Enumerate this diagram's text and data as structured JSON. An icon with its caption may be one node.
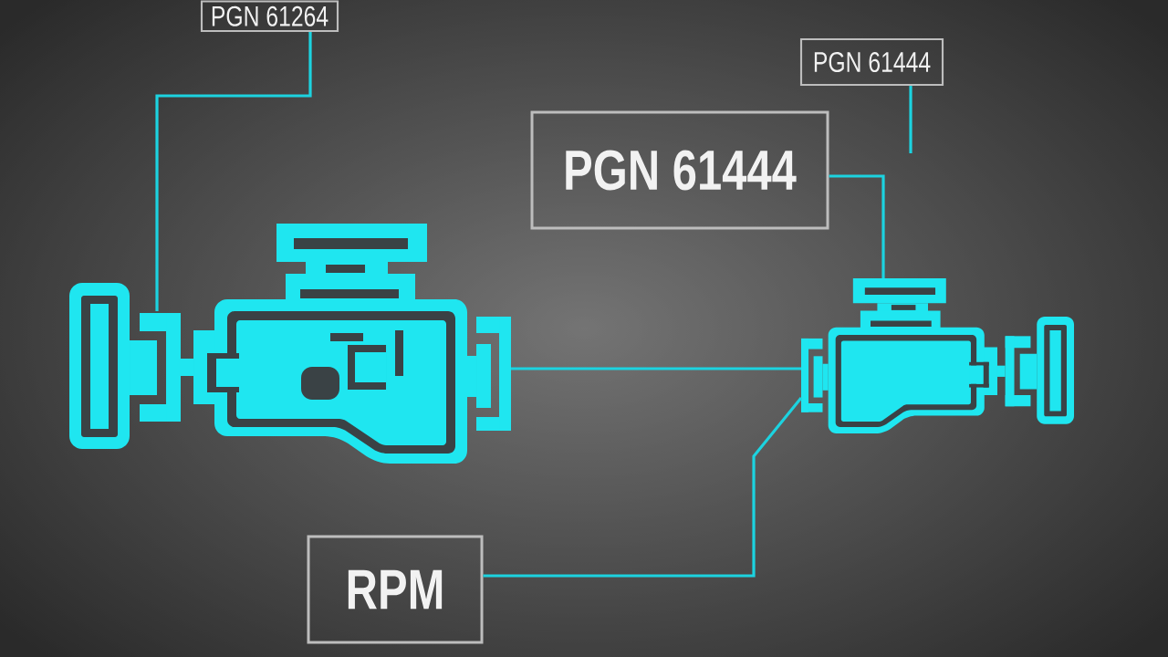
{
  "diagram": {
    "nodes": [
      {
        "text": [
          "PGN 61264"
        ]
      },
      {
        "text": [
          "PGN 61444"
        ]
      },
      {
        "text": [
          "PGN 61444"
        ]
      },
      {
        "text": [],
        "shape": "picture"
      },
      {
        "text": [],
        "shape": "picture"
      },
      {
        "text": [
          "RPM"
        ]
      }
    ],
    "edges": [
      {
        "from": 0,
        "to": 3,
        "arrow": "none"
      },
      {
        "from": 2,
        "to": 4,
        "arrow": "none"
      },
      {
        "from": 1,
        "to": null,
        "arrow": "none"
      },
      {
        "from": 3,
        "to": 4,
        "arrow": "none"
      },
      {
        "from": 5,
        "to": 4,
        "arrow": "none"
      }
    ]
  }
}
